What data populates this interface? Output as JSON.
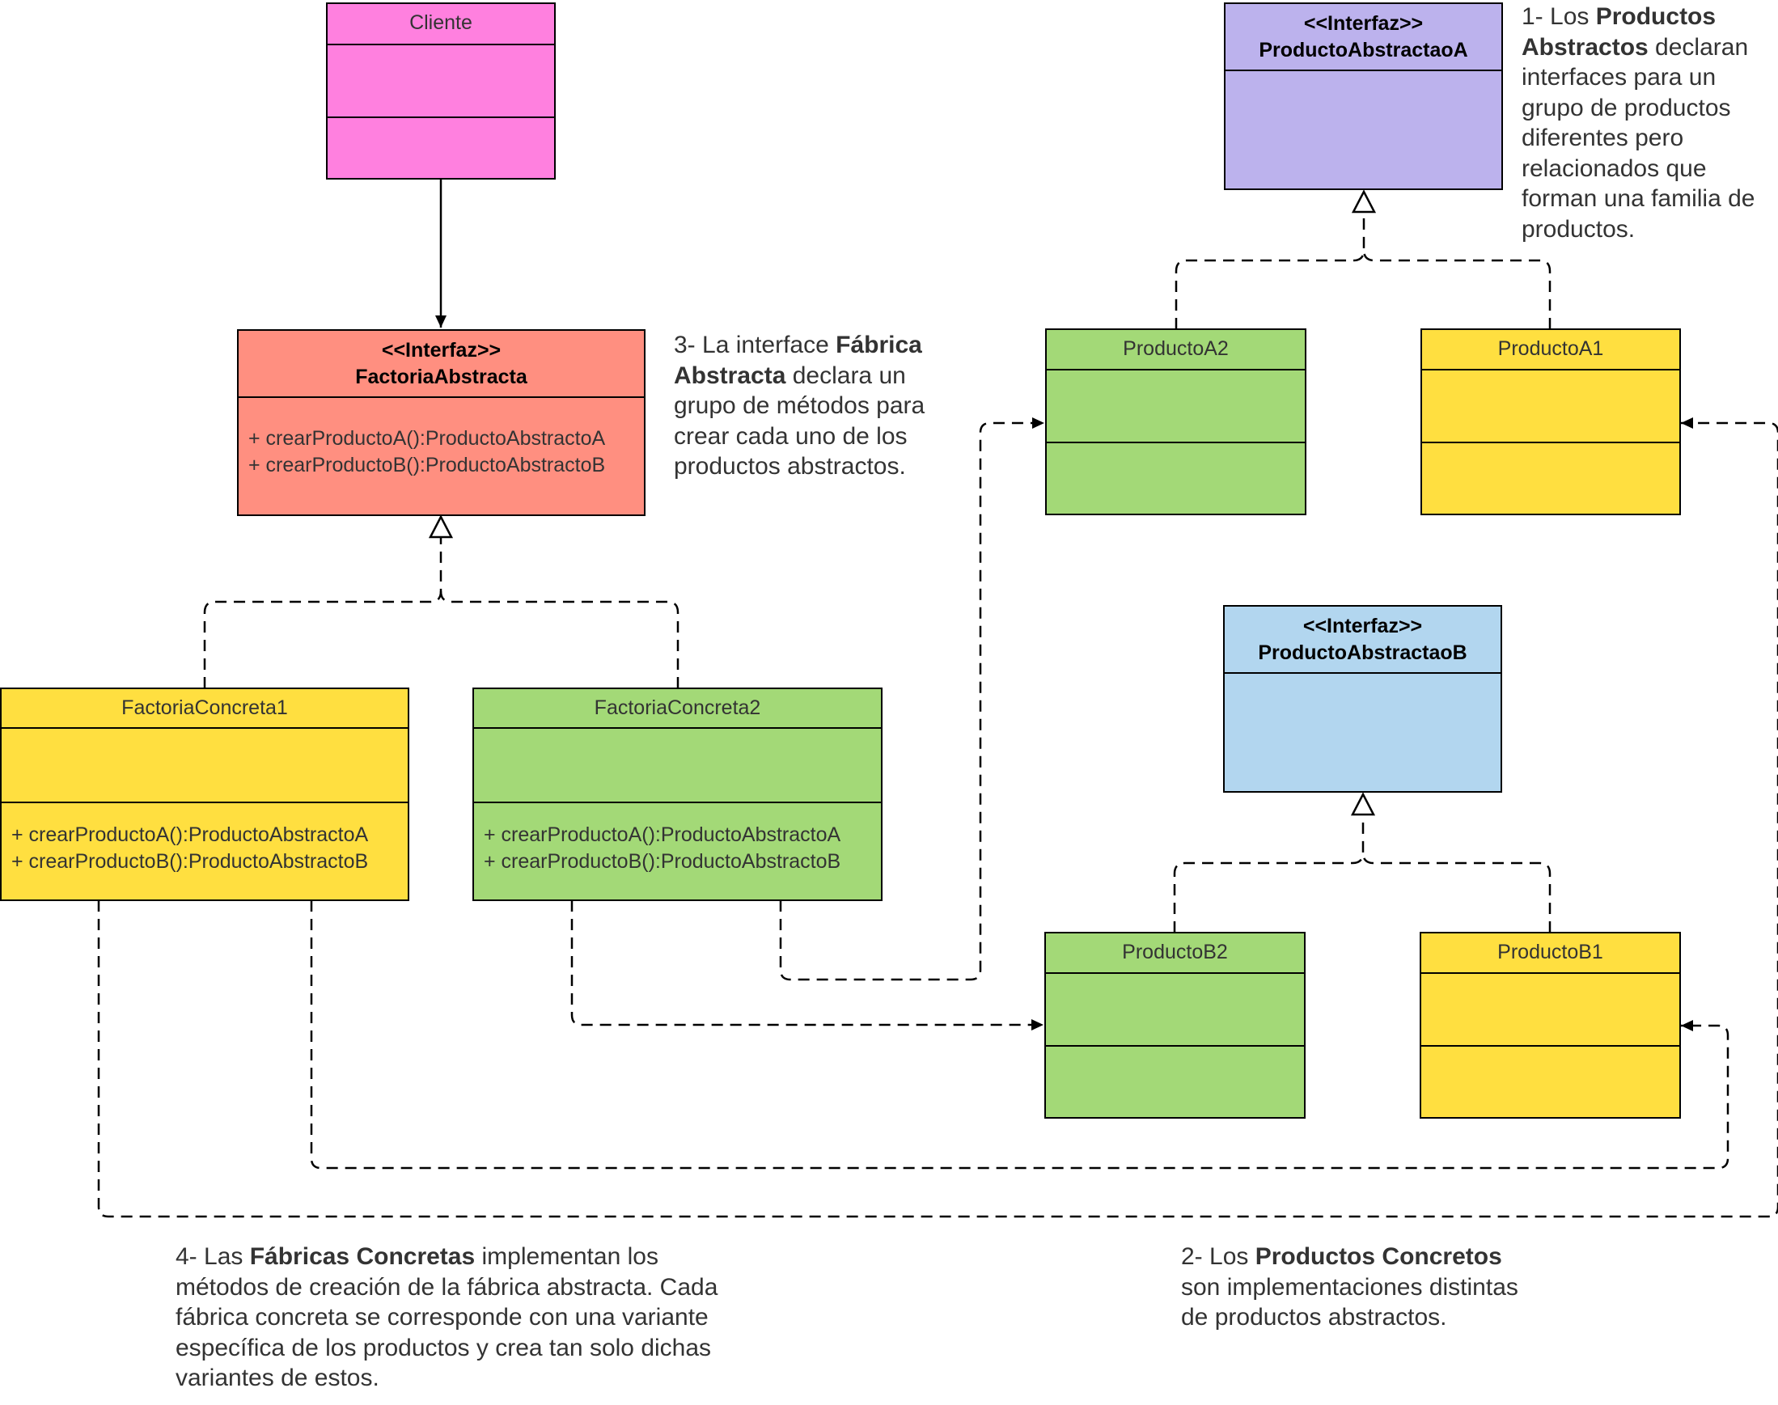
{
  "colors": {
    "pink": "#FF80DF",
    "salmon": "#FF8F80",
    "yellow": "#FFDF40",
    "green": "#A3D977",
    "purple": "#BCB2ED",
    "light_blue": "#B2D6EF",
    "line": "#000000",
    "text": "#333333"
  },
  "classes": {
    "cliente": {
      "name": "Cliente"
    },
    "factoria_abstracta": {
      "stereotype": "<<Interfaz>>",
      "name": "FactoriaAbstracta",
      "methods": [
        "+ crearProductoA():ProductoAbstractoA",
        "+ crearProductoB():ProductoAbstractoB"
      ]
    },
    "factoria_concreta1": {
      "name": "FactoriaConcreta1",
      "methods": [
        "+ crearProductoA():ProductoAbstractoA",
        "+ crearProductoB():ProductoAbstractoB"
      ]
    },
    "factoria_concreta2": {
      "name": "FactoriaConcreta2",
      "methods": [
        "+ crearProductoA():ProductoAbstractoA",
        "+ crearProductoB():ProductoAbstractoB"
      ]
    },
    "producto_abstracto_a": {
      "stereotype": "<<Interfaz>>",
      "name": "ProductoAbstractaoA"
    },
    "producto_abstracto_b": {
      "stereotype": "<<Interfaz>>",
      "name": "ProductoAbstractaoB"
    },
    "producto_a2": {
      "name": "ProductoA2"
    },
    "producto_a1": {
      "name": "ProductoA1"
    },
    "producto_b2": {
      "name": "ProductoB2"
    },
    "producto_b1": {
      "name": "ProductoB1"
    }
  },
  "notes": {
    "note1": {
      "parts": [
        {
          "text": "1- Los ",
          "bold": false
        },
        {
          "text": "Productos Abstractos",
          "bold": true
        },
        {
          "text": " declaran interfaces para un grupo de productos diferentes pero relacionados que forman una familia de productos.",
          "bold": false
        }
      ]
    },
    "note2": {
      "parts": [
        {
          "text": "2- Los ",
          "bold": false
        },
        {
          "text": "Productos Concretos",
          "bold": true
        },
        {
          "text": " son implementaciones distintas de productos abstractos.",
          "bold": false
        }
      ]
    },
    "note3": {
      "parts": [
        {
          "text": "3- La interface ",
          "bold": false
        },
        {
          "text": "Fábrica Abstracta",
          "bold": true
        },
        {
          "text": " declara un grupo de métodos para crear cada uno de los productos abstractos.",
          "bold": false
        }
      ]
    },
    "note4": {
      "parts": [
        {
          "text": "4- Las ",
          "bold": false
        },
        {
          "text": "Fábricas Concretas",
          "bold": true
        },
        {
          "text": " implementan los métodos de creación de la fábrica abstracta. Cada fábrica concreta se corresponde con una variante específica de los productos y crea tan solo dichas variantes de estos.",
          "bold": false
        }
      ]
    }
  }
}
